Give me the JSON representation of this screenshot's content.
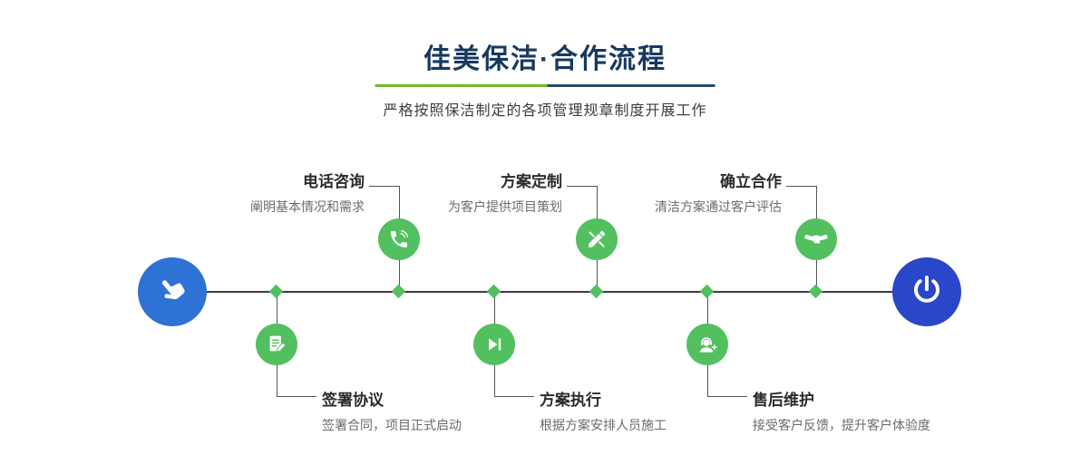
{
  "header": {
    "title": "佳美保洁·合作流程",
    "subtitle": "严格按照保洁制定的各项管理规章制度开展工作"
  },
  "timeline": {
    "start_icon": "pointer-hand-icon",
    "end_icon": "power-icon"
  },
  "steps": {
    "top": [
      {
        "title": "电话咨询",
        "desc": "阐明基本情况和需求",
        "icon": "phone-icon"
      },
      {
        "title": "方案定制",
        "desc": "为客户提供项目策划",
        "icon": "design-tools-icon"
      },
      {
        "title": "确立合作",
        "desc": "清洁方案通过客户评估",
        "icon": "handshake-icon"
      }
    ],
    "bottom": [
      {
        "title": "签署协议",
        "desc": "签署合同，项目正式启动",
        "icon": "contract-icon"
      },
      {
        "title": "方案执行",
        "desc": "根据方案安排人员施工",
        "icon": "play-forward-icon"
      },
      {
        "title": "售后维护",
        "desc": "接受客户反馈，提升客户体验度",
        "icon": "headset-support-icon"
      }
    ]
  },
  "colors": {
    "title_navy": "#17395f",
    "divider_green": "#76b82a",
    "divider_navy": "#27496d",
    "node_green": "#52c05f",
    "start_blue": "#2e72d5",
    "end_blue": "#2a46c9",
    "line_dark": "#3c3c3c"
  }
}
